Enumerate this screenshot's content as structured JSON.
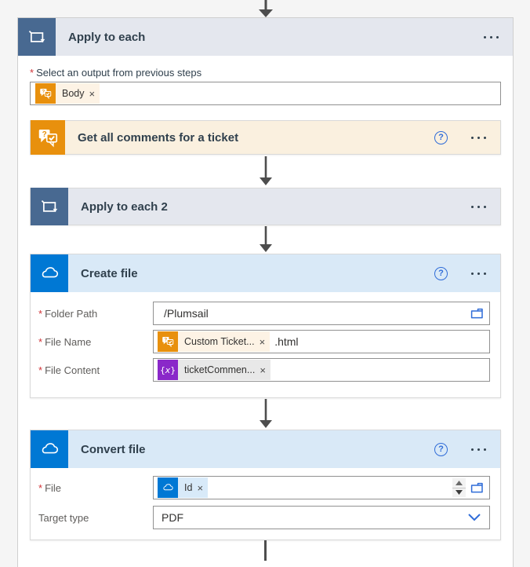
{
  "colors": {
    "page_bg": "#f5f5f5",
    "scope_header_bg": "#e4e7ee",
    "loop_slate": "#486991",
    "helpdesk_orange": "#e8900d",
    "orange_card_bg": "#faf0df",
    "onedrive_blue": "#0078d4",
    "blue_header_bg": "#d9e9f7",
    "variable_purple": "#8a28c9",
    "accent_blue": "#2f6cd8",
    "required_red": "#d13438",
    "title_text": "#30404d"
  },
  "ui": {
    "required_marker": "*",
    "remove_glyph": "×",
    "help_glyph": "?"
  },
  "scope": {
    "title": "Apply to each",
    "param": {
      "label": "Select an output from previous steps",
      "token": "Body"
    }
  },
  "actions": {
    "get_comments": {
      "title": "Get all comments for a ticket"
    },
    "apply_to_each_2": {
      "title": "Apply to each 2"
    },
    "create_file": {
      "title": "Create file",
      "folder_path": {
        "label": "Folder Path",
        "value": "/Plumsail"
      },
      "file_name": {
        "label": "File Name",
        "token": "Custom Ticket...",
        "suffix": ".html"
      },
      "file_content": {
        "label": "File Content",
        "token": "ticketCommen..."
      }
    },
    "convert_file": {
      "title": "Convert file",
      "file": {
        "label": "File",
        "token": "Id"
      },
      "target_type": {
        "label": "Target type",
        "value": "PDF"
      }
    }
  }
}
